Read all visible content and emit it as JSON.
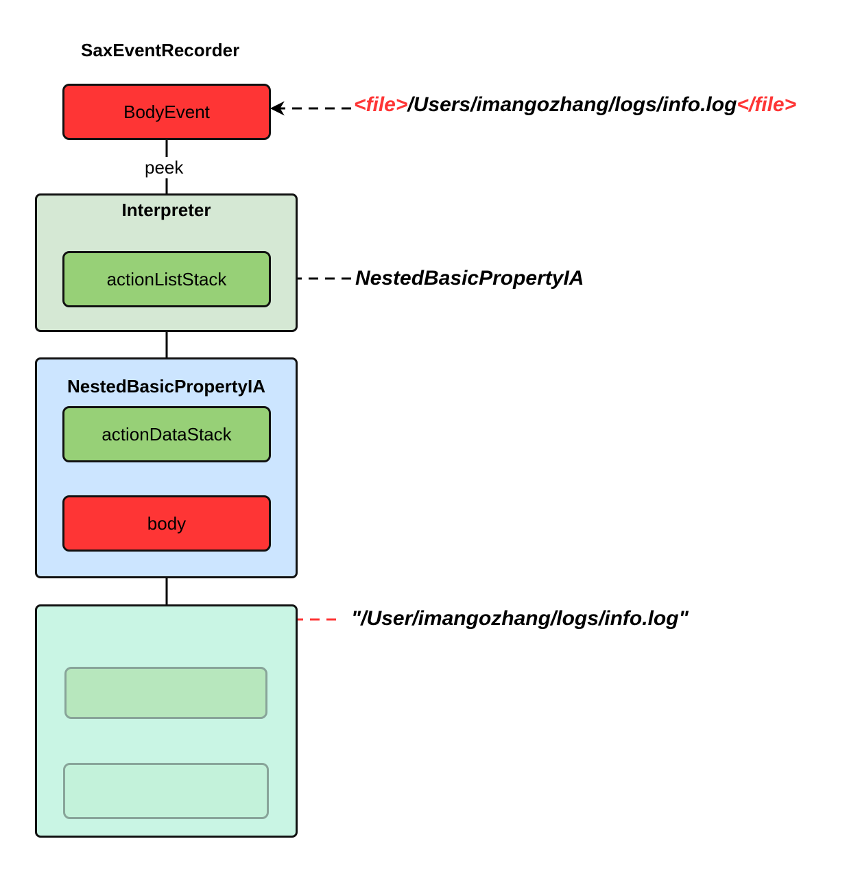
{
  "diagram": {
    "recorder_title": "SaxEventRecorder",
    "body_event_label": "BodyEvent",
    "peek_label": "peek",
    "interpreter_title": "Interpreter",
    "action_list_stack_label": "actionListStack",
    "nested_title": "NestedBasicPropertyIA",
    "action_data_stack_label": "actionDataStack",
    "body_label": "body",
    "annotations": {
      "file_tag_open": "<file>",
      "file_path": "/Users/imangozhang/logs/info.log",
      "file_tag_close": "</file>",
      "nested_action": "NestedBasicPropertyIA",
      "string_value": "\"/User/imangozhang/logs/info.log\""
    }
  },
  "colors": {
    "red_node": "#fe3535",
    "green_node": "#97d077",
    "interpreter_bg": "#d5e8d4",
    "nested_bg": "#cce5ff",
    "bottom_bg": "#c9f5e4",
    "tag_red": "#fe3535"
  }
}
